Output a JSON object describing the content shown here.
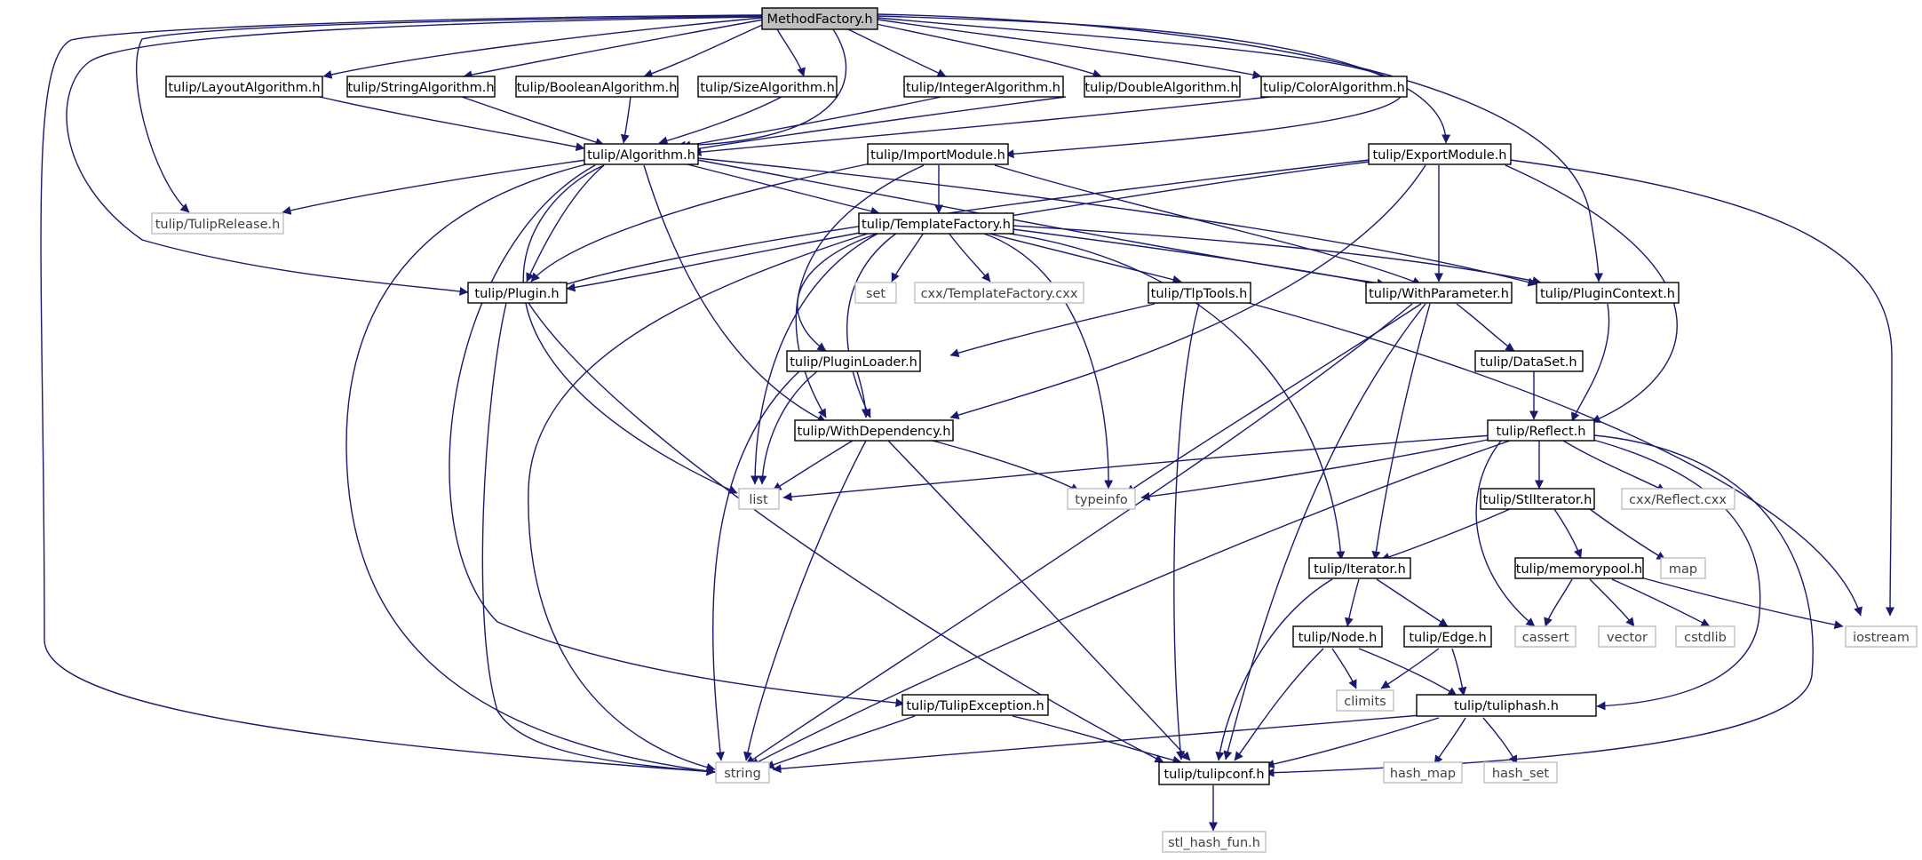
{
  "colors": {
    "edge": "#191970",
    "root_fill": "#bfbfbf",
    "header_border": "#000000",
    "system_border": "#bfbfbf",
    "system_text": "#404040",
    "node_fill": "#ffffff"
  },
  "nodes": {
    "methodfactory": "MethodFactory.h",
    "layoutalgorithm": "tulip/LayoutAlgorithm.h",
    "stringalgorithm": "tulip/StringAlgorithm.h",
    "booleanalgorithm": "tulip/BooleanAlgorithm.h",
    "sizealgorithm": "tulip/SizeAlgorithm.h",
    "integeralgorithm": "tulip/IntegerAlgorithm.h",
    "doublealgorithm": "tulip/DoubleAlgorithm.h",
    "coloralgorithm": "tulip/ColorAlgorithm.h",
    "algorithm": "tulip/Algorithm.h",
    "importmodule": "tulip/ImportModule.h",
    "exportmodule": "tulip/ExportModule.h",
    "tuliprelease": "tulip/TulipRelease.h",
    "templatefactory": "tulip/TemplateFactory.h",
    "plugin": "tulip/Plugin.h",
    "set": "set",
    "templatefactorycxx": "cxx/TemplateFactory.cxx",
    "tlptools": "tulip/TlpTools.h",
    "withparameter": "tulip/WithParameter.h",
    "plugincontext": "tulip/PluginContext.h",
    "pluginloader": "tulip/PluginLoader.h",
    "dataset": "tulip/DataSet.h",
    "withdependency": "tulip/WithDependency.h",
    "reflect": "tulip/Reflect.h",
    "list": "list",
    "typeinfo": "typeinfo",
    "stliterator": "tulip/StlIterator.h",
    "reflectcxx": "cxx/Reflect.cxx",
    "iterator": "tulip/Iterator.h",
    "map": "map",
    "memorypool": "tulip/memorypool.h",
    "node": "tulip/Node.h",
    "edge": "tulip/Edge.h",
    "cassert": "cassert",
    "vector": "vector",
    "cstdlib": "cstdlib",
    "iostream": "iostream",
    "climits": "climits",
    "tuliphash": "tulip/tuliphash.h",
    "tulipexception": "tulip/TulipException.h",
    "string": "string",
    "tulipconf": "tulip/tulipconf.h",
    "hash_map": "hash_map",
    "hash_set": "hash_set",
    "stl_hash_fun": "stl_hash_fun.h"
  }
}
